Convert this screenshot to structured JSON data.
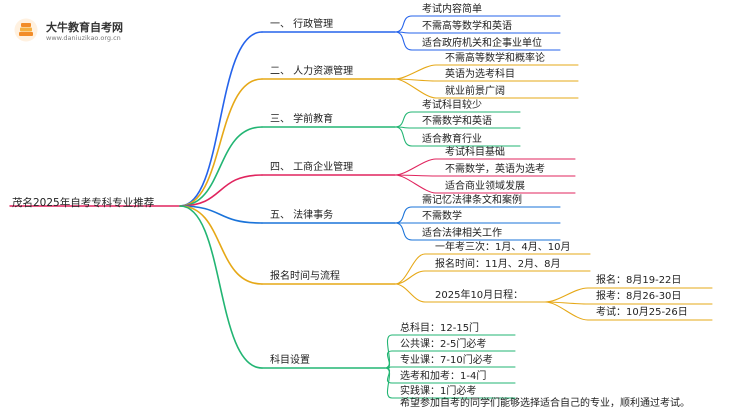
{
  "logo": {
    "name": "大牛教育自考网",
    "url": "www.daniuzikao.org.cn",
    "mark": "book-stack-logo"
  },
  "root": "茂名2025年自考专科专业推荐",
  "branches": [
    {
      "label": "一、 行政管理",
      "color": "#2563eb",
      "items": [
        "考试内容简单",
        "不需高等数学和英语",
        "适合政府机关和企事业单位"
      ]
    },
    {
      "label": "二、 人力资源管理",
      "color": "#e6a817",
      "items": [
        "不需高等数学和概率论",
        "英语为选考科目",
        "就业前景广阔"
      ]
    },
    {
      "label": "三、 学前教育",
      "color": "#22b573",
      "items": [
        "考试科目较少",
        "不需数学和英语",
        "适合教育行业"
      ]
    },
    {
      "label": "四、 工商企业管理",
      "color": "#e0245e",
      "items": [
        "考试科目基础",
        "不需数学，英语为选考",
        "适合商业领域发展"
      ]
    },
    {
      "label": "五、 法律事务",
      "color": "#1a73d9",
      "items": [
        "需记忆法律条文和案例",
        "不需数学",
        "适合法律相关工作"
      ]
    },
    {
      "label": "报名时间与流程",
      "color": "#e6a817",
      "items": [
        "一年考三次：1月、4月、10月",
        "报名时间：11月、2月、8月",
        "2025年10月日程："
      ],
      "schedule": [
        "报名：8月19-22日",
        "报考：8月26-30日",
        "考试：10月25-26日"
      ]
    },
    {
      "label": "科目设置",
      "color": "#22b573",
      "items": [
        "总科目：12-15门",
        "公共课：2-5门必考",
        "专业课：7-10门必考",
        "选考和加考：1-4门",
        "实践课：1门必考"
      ]
    }
  ],
  "footer_note": "希望参加自考的同学们能够选择适合自己的专业，顺利通过考试。"
}
